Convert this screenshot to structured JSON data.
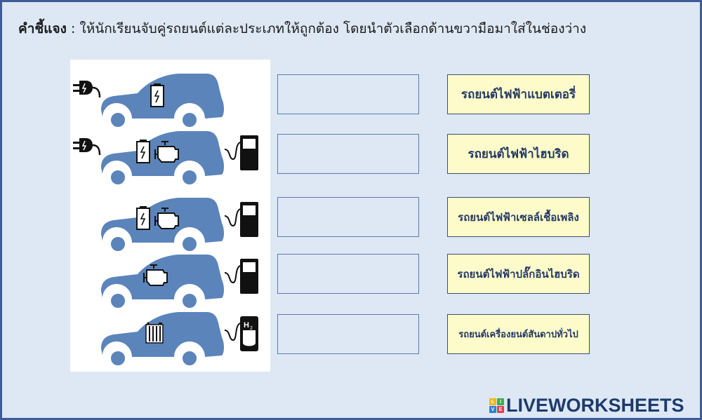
{
  "instructions": {
    "label": "คำชี้แจง",
    "separator": " : ",
    "text": "ให้นักเรียนจับคู่รถยนต์แต่ละประเภทให้ถูกต้อง โดยนำตัวเลือกด้านขวามือมาใส่ในช่องว่าง"
  },
  "images": [
    {
      "icon": "battery-electric-car-icon",
      "features": [
        "plug",
        "battery"
      ]
    },
    {
      "icon": "plug-in-hybrid-car-icon",
      "features": [
        "plug",
        "battery",
        "engine",
        "fuel-pump"
      ]
    },
    {
      "icon": "hybrid-car-icon",
      "features": [
        "battery",
        "engine",
        "fuel-pump"
      ]
    },
    {
      "icon": "combustion-car-icon",
      "features": [
        "engine",
        "fuel-pump"
      ]
    },
    {
      "icon": "fuel-cell-car-icon",
      "features": [
        "fuel-cell",
        "h2-pump"
      ],
      "pump_label": "H2"
    }
  ],
  "drop_boxes": [
    {
      "value": ""
    },
    {
      "value": ""
    },
    {
      "value": ""
    },
    {
      "value": ""
    },
    {
      "value": ""
    }
  ],
  "answers": [
    {
      "label": "รถยนต์ไฟฟ้าแบตเตอรี่",
      "font_size": 17
    },
    {
      "label": "รถยนต์ไฟฟ้าไฮบริด",
      "font_size": 17
    },
    {
      "label": "รถยนต์ไฟฟ้าเซลล์เชื้อเพลิง",
      "font_size": 15
    },
    {
      "label": "รถยนต์ไฟฟ้าปลั๊กอินไฮบริด",
      "font_size": 15
    },
    {
      "label": "รถยนต์เครื่องยนต์สันดาปทั่วไป",
      "font_size": 13
    }
  ],
  "logo": {
    "blocks": [
      "L",
      "I",
      "V",
      "E"
    ],
    "block_colors": [
      "#f2b51c",
      "#3fae4a",
      "#2f7fd0",
      "#e63b4f"
    ],
    "text": "LIVEWORKSHEETS"
  },
  "colors": {
    "background": "#dde8f4",
    "frame_border": "#3d5c98",
    "car_blue": "#5b84bb",
    "answer_bg": "#fdfbca",
    "answer_text": "#253a63"
  }
}
